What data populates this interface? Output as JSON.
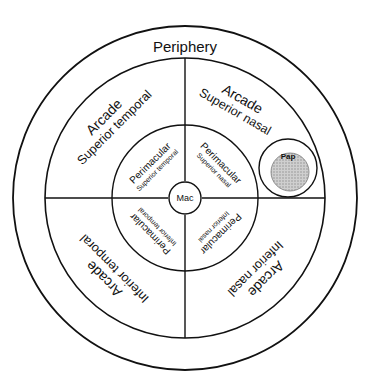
{
  "diagram": {
    "nodes": [
      {
        "text": [
          "Periphery"
        ]
      },
      {
        "text": [
          "Arcade",
          "Superior temporal"
        ],
        "in": 0
      },
      {
        "text": [
          "Arcade",
          "Superior nasal"
        ],
        "in": 0
      },
      {
        "text": [
          "Perimacular",
          "Superior temporal"
        ],
        "in": 0
      },
      {
        "text": [
          "Perimacular",
          "Superior nasal"
        ],
        "in": 0
      },
      {
        "text": [
          "Mac"
        ],
        "in": 0
      },
      {
        "text": [
          "Pap"
        ],
        "in": 0
      },
      {
        "text": [
          "Perimacular",
          "Inferior temporal"
        ],
        "in": 0
      },
      {
        "text": [
          "Perimacular",
          "Inferior nasal"
        ],
        "in": 0
      },
      {
        "text": [
          "Arcade",
          "Inferior temporal"
        ],
        "in": 0
      },
      {
        "text": [
          "Arcade",
          "Inferior nasal"
        ],
        "in": 0
      }
    ]
  }
}
